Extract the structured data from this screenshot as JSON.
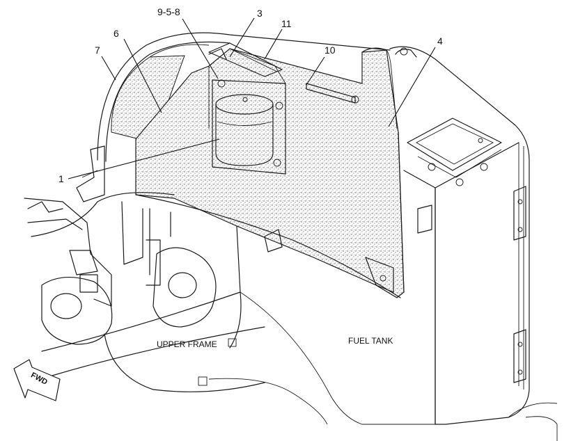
{
  "callouts": {
    "c1": "1",
    "c3": "3",
    "c4": "4",
    "c6": "6",
    "c7": "7",
    "c958": "9-5-8",
    "c10": "10",
    "c11": "11"
  },
  "labels": {
    "upper_frame": "UPPER FRAME",
    "fuel_tank": "FUEL TANK",
    "fwd": "FWD"
  }
}
